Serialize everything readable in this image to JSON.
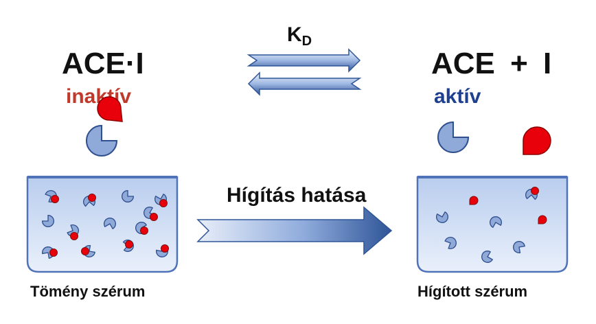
{
  "left_formula": "ACE·I",
  "right_formula": "ACE + I",
  "inactive_label": "inaktív",
  "active_label": "aktív",
  "kd_main": "K",
  "kd_sub": "D",
  "dilution_label": "Hígítás hatása",
  "left_caption": "Tömény szérum",
  "right_caption": "Hígított szérum",
  "colors": {
    "inactive": "#c0392b",
    "active": "#1f3f8f",
    "arrow": "#2f5597",
    "beaker_fill": "#c9d9f2",
    "enzyme": "#8faad8",
    "inhibitor": "#e8000b"
  },
  "icons": [
    "forward-arrow-icon",
    "backward-arrow-icon",
    "dilution-arrow-icon",
    "enzyme-icon",
    "inhibitor-icon",
    "beaker-icon"
  ]
}
